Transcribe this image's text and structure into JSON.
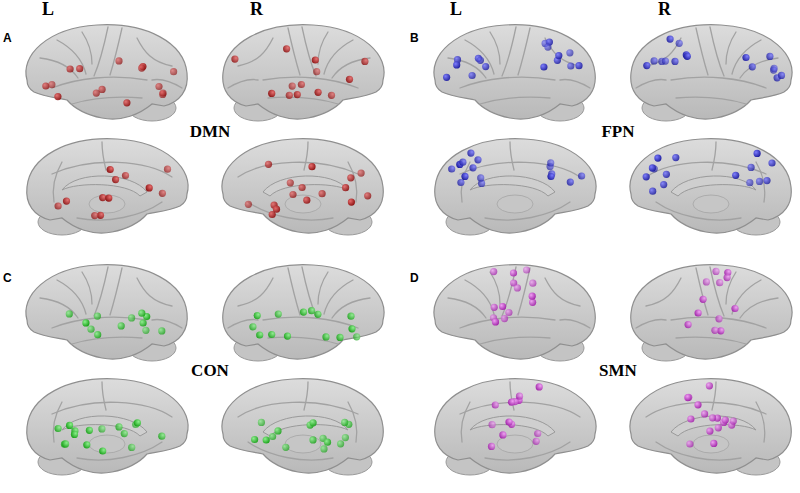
{
  "diagram": {
    "labels": [
      "L",
      "R",
      "L",
      "R",
      "A",
      "B",
      "DMN",
      "FPN",
      "C",
      "D",
      "CON",
      "SMN"
    ]
  }
}
